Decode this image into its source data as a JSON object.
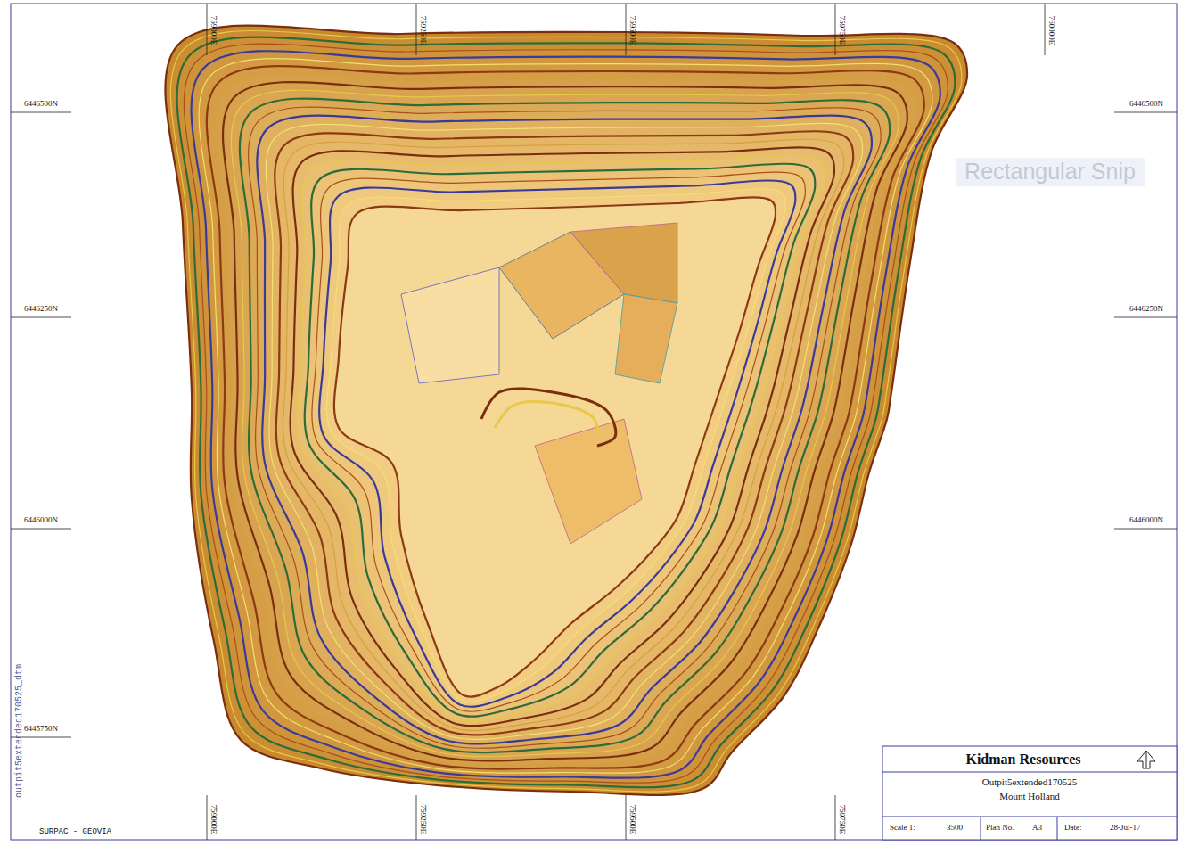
{
  "diagram": {
    "title": "Kidman Resources",
    "labels": [
      "759000E",
      "759250E",
      "759500E",
      "759750E",
      "760000E",
      "6446500N",
      "6446500N",
      "6446250N",
      "6446250N",
      "6446000N",
      "6446000N",
      "6445750N",
      "759000E",
      "759250E",
      "759500E",
      "759750E",
      "Outpit5extended170525",
      "Mount Holland",
      "Scale 1:",
      "3500",
      "Plan No.",
      "A3",
      "Date:",
      "28-Jul-17",
      "SURPAC - GEOVIA",
      "outpit5extended170525_dtm",
      "Rectangular Snip"
    ]
  }
}
